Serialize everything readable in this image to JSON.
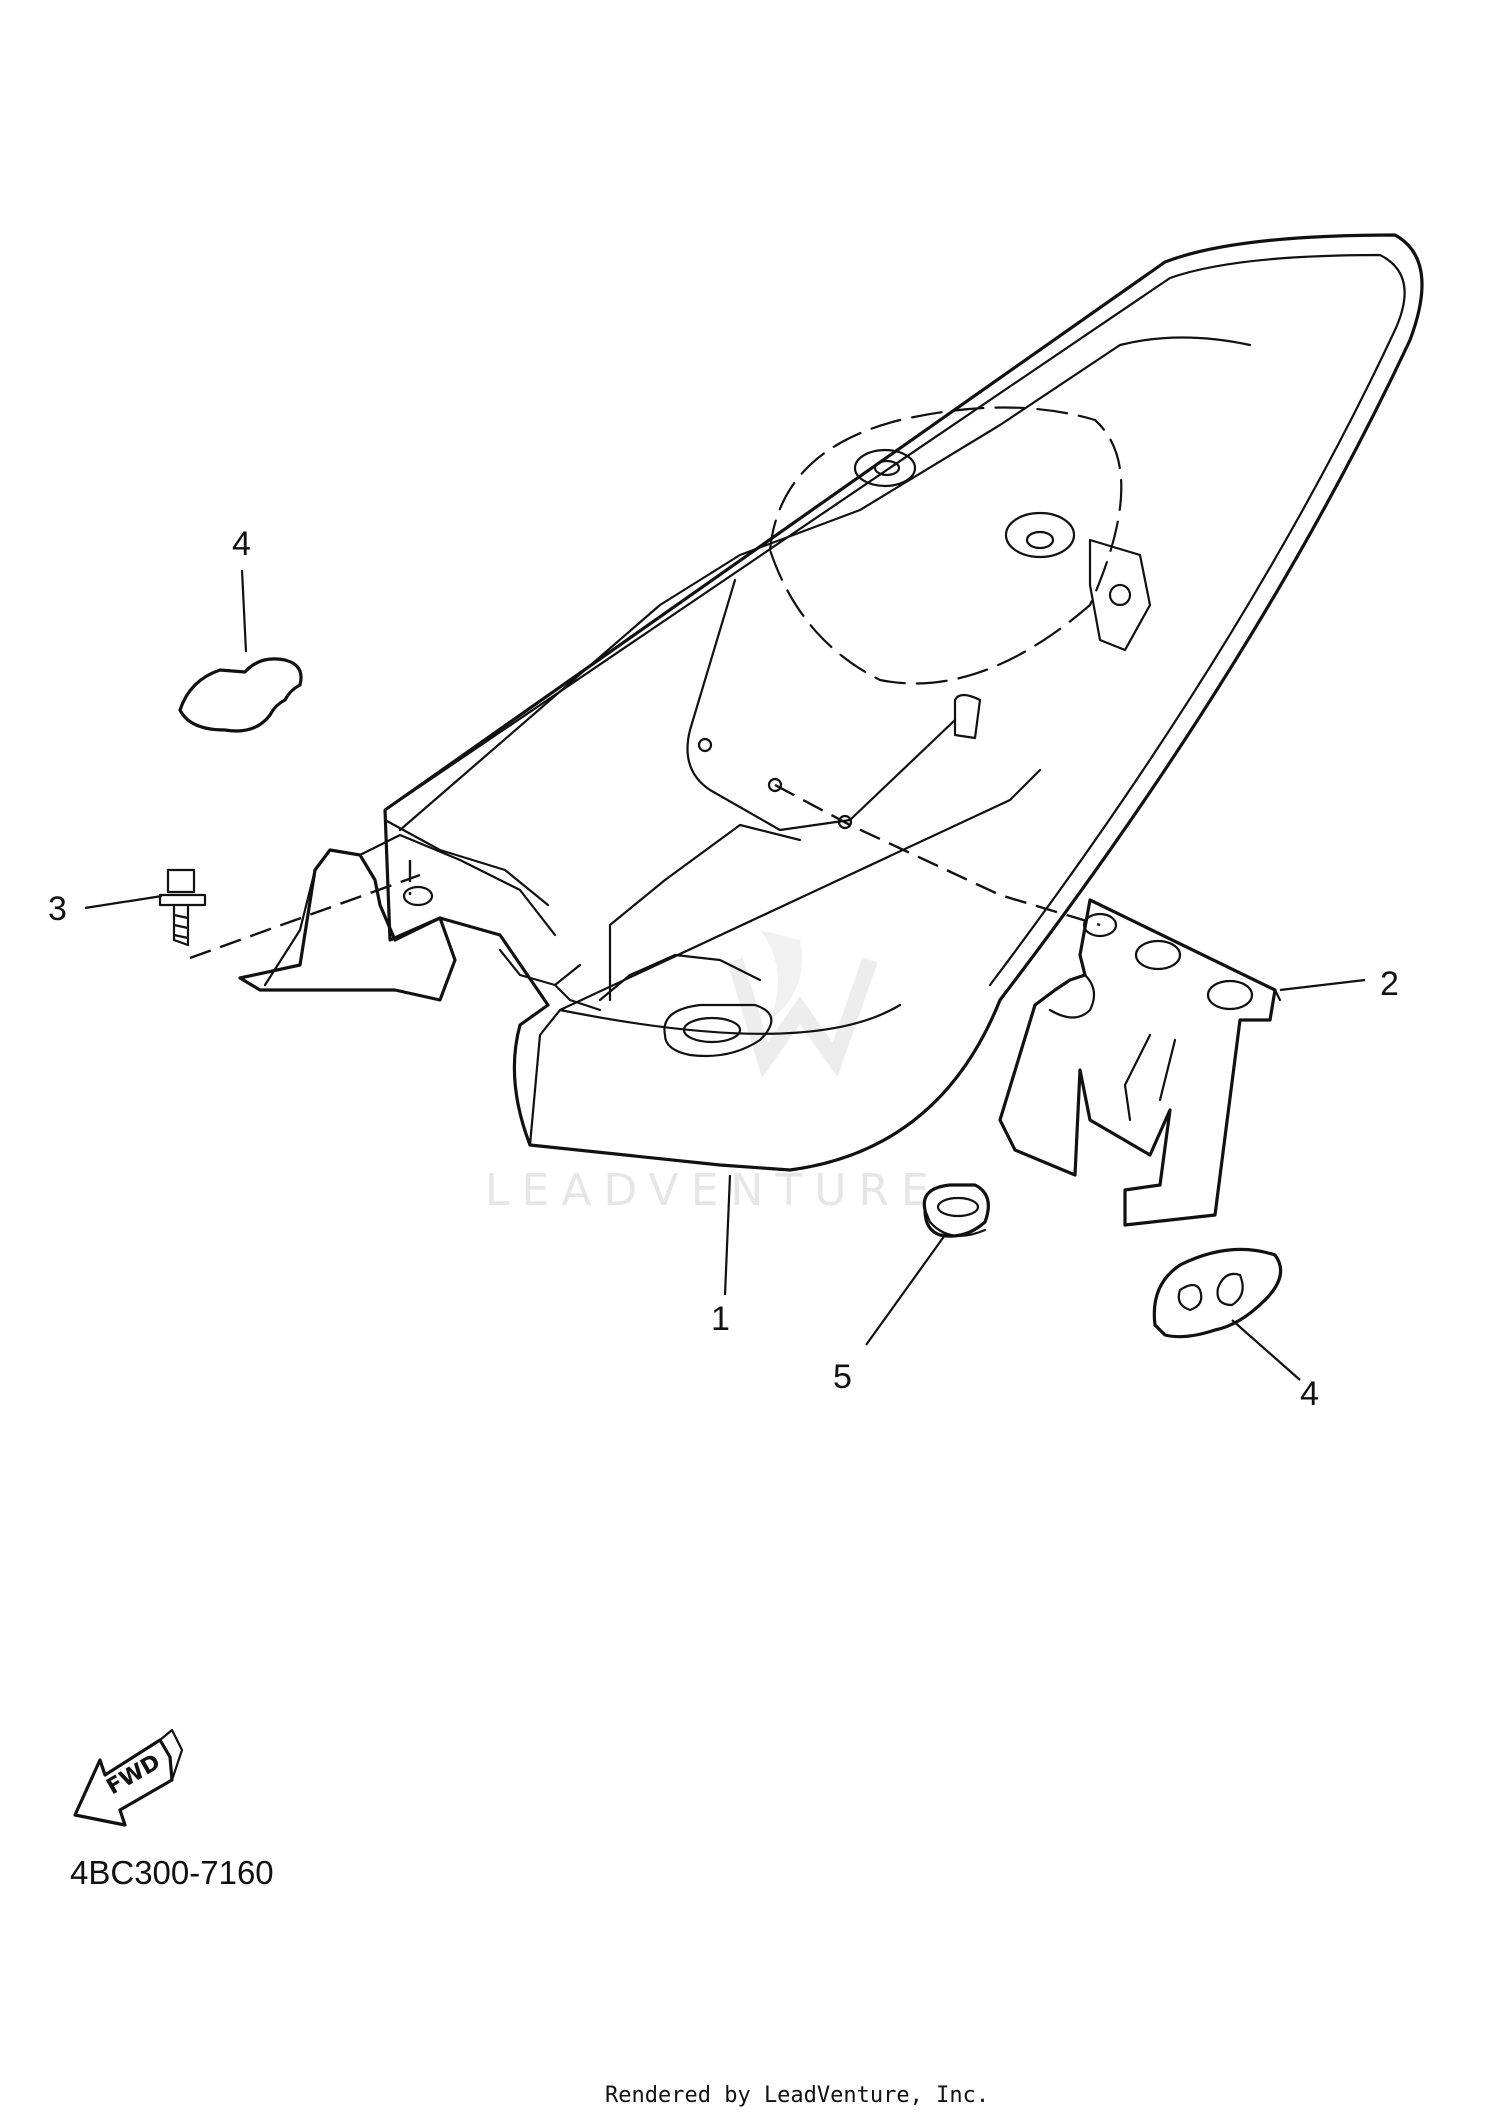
{
  "diagram": {
    "code": "4BC300-7160",
    "footer": "Rendered by LeadVenture, Inc.",
    "watermark": "LEADVENTURE",
    "fwd_label": "FWD",
    "callouts": [
      {
        "id": "c1",
        "label": "1"
      },
      {
        "id": "c2",
        "label": "2"
      },
      {
        "id": "c3",
        "label": "3"
      },
      {
        "id": "c4a",
        "label": "4"
      },
      {
        "id": "c4b",
        "label": "4"
      },
      {
        "id": "c5",
        "label": "5"
      }
    ]
  }
}
